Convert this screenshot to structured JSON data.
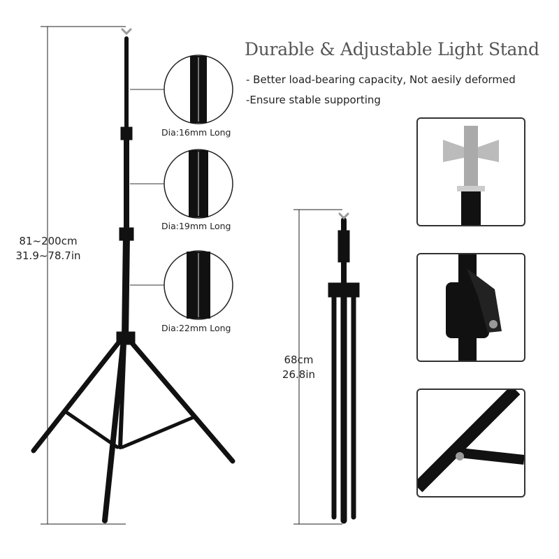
{
  "title": "Durable & Adjustable Light Stand",
  "features": [
    "- Better load-bearing capacity, Not aesily deformed",
    "-Ensure stable supporting"
  ],
  "extended": {
    "height_cm": "81~200cm",
    "height_in": "31.9~78.7in"
  },
  "folded": {
    "height_cm": "68cm",
    "height_in": "26.8in"
  },
  "tube_diameters": [
    "Dia:16mm Long",
    "Dia:19mm Long",
    "Dia:22mm Long"
  ],
  "detail_panels": [
    "wing-screw",
    "tube-lock-knob",
    "leg-joint-bracket"
  ]
}
